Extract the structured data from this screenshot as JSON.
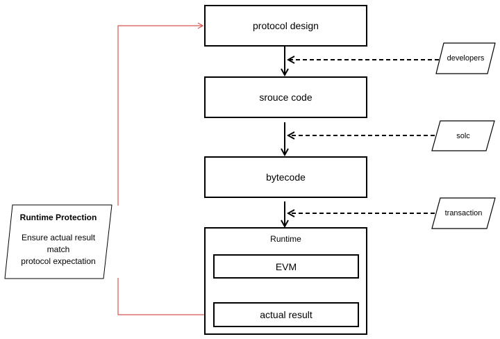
{
  "nodes": {
    "protocol_design": "protocol design",
    "source_code": "srouce code",
    "bytecode": "bytecode",
    "runtime": "Runtime",
    "evm": "EVM",
    "actual_result": "actual result"
  },
  "inputs": {
    "developers": "developers",
    "solc": "solc",
    "transaction": "transaction"
  },
  "note": {
    "title": "Runtime Protection",
    "line1": "Ensure actual result",
    "line2": "match",
    "line3": "protocol expectation"
  },
  "colors": {
    "stroke": "#000000",
    "feedback": "#d9534f"
  }
}
